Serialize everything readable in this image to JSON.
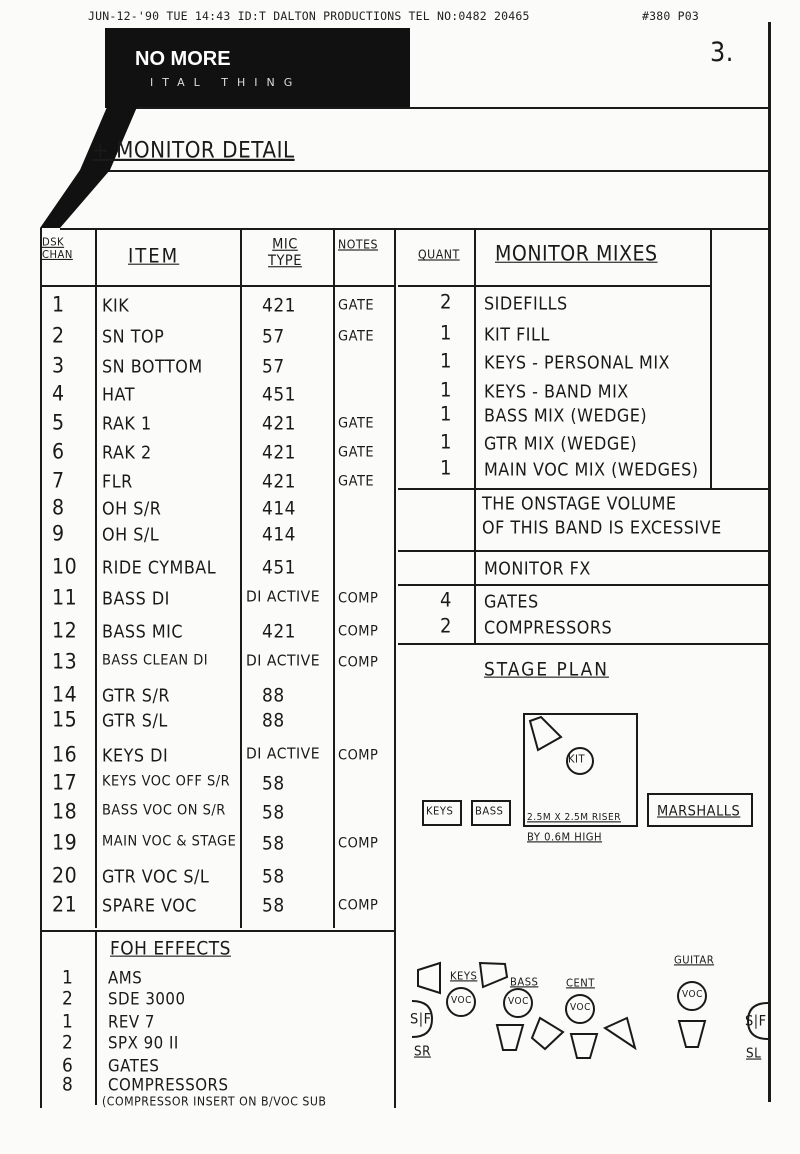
{
  "fax_header": {
    "line": "JUN-12-'90 TUE 14:43 ID:T DALTON PRODUCTIONS TEL NO:0482 20465",
    "page_ref": "#380 P03"
  },
  "page_number": "3.",
  "logo": {
    "line1": "NO MORE",
    "line2": "ITAL THING"
  },
  "title": "+ MONITOR DETAIL",
  "input_list": {
    "headers": {
      "chan": "DSK CHAN",
      "item": "ITEM",
      "mic": "MIC TYPE",
      "notes": "NOTES"
    },
    "rows": [
      {
        "chan": "1",
        "item": "KIK",
        "mic": "421",
        "notes": "GATE"
      },
      {
        "chan": "2",
        "item": "SN TOP",
        "mic": "57",
        "notes": "GATE"
      },
      {
        "chan": "3",
        "item": "SN BOTTOM",
        "mic": "57",
        "notes": ""
      },
      {
        "chan": "4",
        "item": "HAT",
        "mic": "451",
        "notes": ""
      },
      {
        "chan": "5",
        "item": "RAK 1",
        "mic": "421",
        "notes": "GATE"
      },
      {
        "chan": "6",
        "item": "RAK 2",
        "mic": "421",
        "notes": "GATE"
      },
      {
        "chan": "7",
        "item": "FLR",
        "mic": "421",
        "notes": "GATE"
      },
      {
        "chan": "8",
        "item": "OH S/R",
        "mic": "414",
        "notes": ""
      },
      {
        "chan": "9",
        "item": "OH S/L",
        "mic": "414",
        "notes": ""
      },
      {
        "chan": "10",
        "item": "RIDE CYMBAL",
        "mic": "451",
        "notes": ""
      },
      {
        "chan": "11",
        "item": "BASS DI",
        "mic": "DI ACTIVE",
        "notes": "COMP"
      },
      {
        "chan": "12",
        "item": "BASS MIC",
        "mic": "421",
        "notes": "COMP"
      },
      {
        "chan": "13",
        "item": "BASS CLEAN DI",
        "mic": "DI ACTIVE",
        "notes": "COMP"
      },
      {
        "chan": "14",
        "item": "GTR S/R",
        "mic": "88",
        "notes": ""
      },
      {
        "chan": "15",
        "item": "GTR S/L",
        "mic": "88",
        "notes": ""
      },
      {
        "chan": "16",
        "item": "KEYS DI",
        "mic": "DI ACTIVE",
        "notes": "COMP"
      },
      {
        "chan": "17",
        "item": "KEYS VOC OFF S/R",
        "mic": "58",
        "notes": ""
      },
      {
        "chan": "18",
        "item": "BASS VOC ON S/R",
        "mic": "58",
        "notes": ""
      },
      {
        "chan": "19",
        "item": "MAIN VOC & STAGE",
        "mic": "58",
        "notes": "COMP"
      },
      {
        "chan": "20",
        "item": "GTR VOC S/L",
        "mic": "58",
        "notes": ""
      },
      {
        "chan": "21",
        "item": "SPARE VOC",
        "mic": "58",
        "notes": "COMP"
      }
    ]
  },
  "monitor_mixes": {
    "headers": {
      "quant": "QUANT",
      "mixes": "MONITOR MIXES"
    },
    "rows": [
      {
        "quant": "2",
        "item": "SIDEFILLS"
      },
      {
        "quant": "1",
        "item": "KIT FILL"
      },
      {
        "quant": "1",
        "item": "KEYS - PERSONAL MIX"
      },
      {
        "quant": "1",
        "item": "KEYS - BAND MIX"
      },
      {
        "quant": "1",
        "item": "BASS MIX (WEDGE)"
      },
      {
        "quant": "1",
        "item": "GTR MIX (WEDGE)"
      },
      {
        "quant": "1",
        "item": "MAIN VOC MIX (WEDGES)"
      }
    ],
    "note_line1": "THE ONSTAGE VOLUME",
    "note_line2": "OF THIS BAND IS EXCESSIVE",
    "fx_title": "MONITOR FX",
    "fx_rows": [
      {
        "quant": "4",
        "item": "GATES"
      },
      {
        "quant": "2",
        "item": "COMPRESSORS"
      }
    ]
  },
  "stage_plan": {
    "title": "STAGE PLAN",
    "kit": "KIT",
    "keys": "KEYS",
    "bass": "BASS",
    "riser_line1": "2.5M X 2.5M RISER",
    "riser_line2": "BY 0.6M HIGH",
    "marshalls": "MARSHALLS",
    "keys_label": "KEYS",
    "bass_label": "BASS",
    "cent_label": "CENT",
    "guitar_label": "GUITAR",
    "voc": "VOC",
    "sidefill": "S|F",
    "sr": "SR",
    "sl": "SL"
  },
  "foh_effects": {
    "title": "FOH EFFECTS",
    "rows": [
      {
        "qty": "1",
        "item": "AMS"
      },
      {
        "qty": "2",
        "item": "SDE 3000"
      },
      {
        "qty": "1",
        "item": "REV 7"
      },
      {
        "qty": "2",
        "item": "SPX 90 II"
      },
      {
        "qty": "6",
        "item": "GATES"
      },
      {
        "qty": "8",
        "item": "COMPRESSORS"
      }
    ],
    "footnote": "(COMPRESSOR INSERT ON B/VOC SUB"
  }
}
